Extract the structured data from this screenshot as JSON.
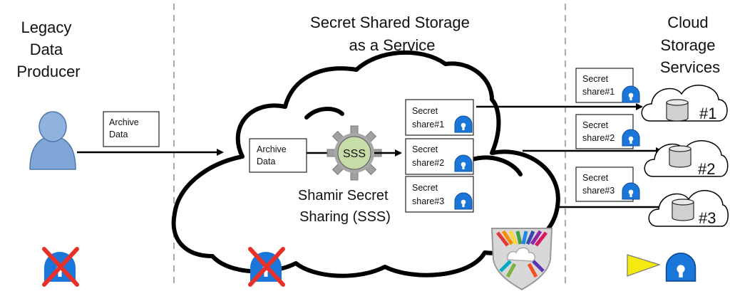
{
  "sections": {
    "left": [
      "Legacy",
      "Data",
      "Producer"
    ],
    "center": [
      "Secret Shared Storage",
      "as a Service"
    ],
    "right": [
      "Cloud",
      "Storage",
      "Services"
    ]
  },
  "producer": {
    "archive_box": [
      "Archive",
      "Data"
    ]
  },
  "service": {
    "archive_box": [
      "Archive",
      "Data"
    ],
    "sss_node": "SSS",
    "sss_caption": [
      "Shamir Secret",
      "Sharing (SSS)"
    ],
    "shares": [
      [
        "Secret",
        "share#1"
      ],
      [
        "Secret",
        "share#2"
      ],
      [
        "Secret",
        "share#3"
      ]
    ]
  },
  "cloud_services": [
    {
      "share": [
        "Secret",
        "share#1"
      ],
      "label": "#1"
    },
    {
      "share": [
        "Secret",
        "share#2"
      ],
      "label": "#2"
    },
    {
      "share": [
        "Secret",
        "share#3"
      ],
      "label": "#3"
    }
  ],
  "colors": {
    "person": "#7fa6d6",
    "lock": "#1a76d9",
    "cross": "#e8302a",
    "sss_node": "#c8dca8",
    "cog": "#a0a0a0",
    "key": "#f5ea0f"
  },
  "icons": {
    "person": "user-icon",
    "lock": "lock-icon",
    "forbidden": "cross-icon",
    "gear": "gear-icon",
    "shield": "shield-icon",
    "database": "database-icon",
    "key": "key-icon"
  }
}
